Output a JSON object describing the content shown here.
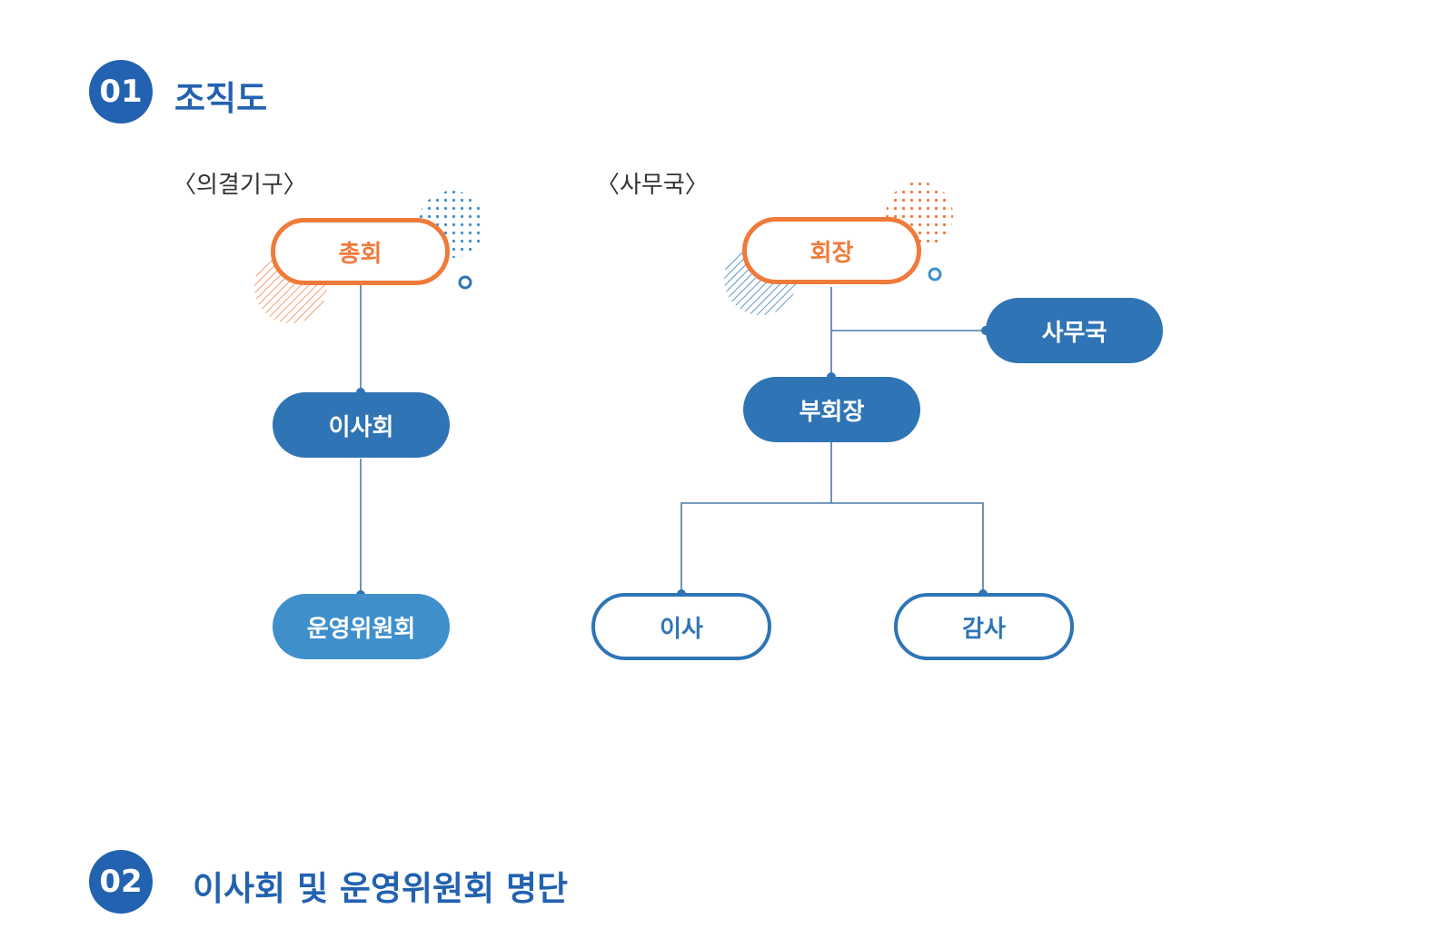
{
  "section1": {
    "number": "01",
    "title": "조직도"
  },
  "section2": {
    "number": "02",
    "title": "이사회 및 운영위원회 명단"
  },
  "decision_body": {
    "label": "〈의결기구〉",
    "nodes": {
      "general_assembly": "총회",
      "board": "이사회",
      "steering_committee": "운영위원회"
    }
  },
  "secretariat": {
    "label": "〈사무국〉",
    "nodes": {
      "chairman": "회장",
      "secretariat_office": "사무국",
      "vice_chairman": "부회장",
      "director": "이사",
      "auditor": "감사"
    }
  },
  "colors": {
    "primary": "#2f74b5",
    "heading": "#2262b0",
    "accent": "#f07a3a",
    "light": "#3f8fcb",
    "line": "#4a78a8"
  }
}
